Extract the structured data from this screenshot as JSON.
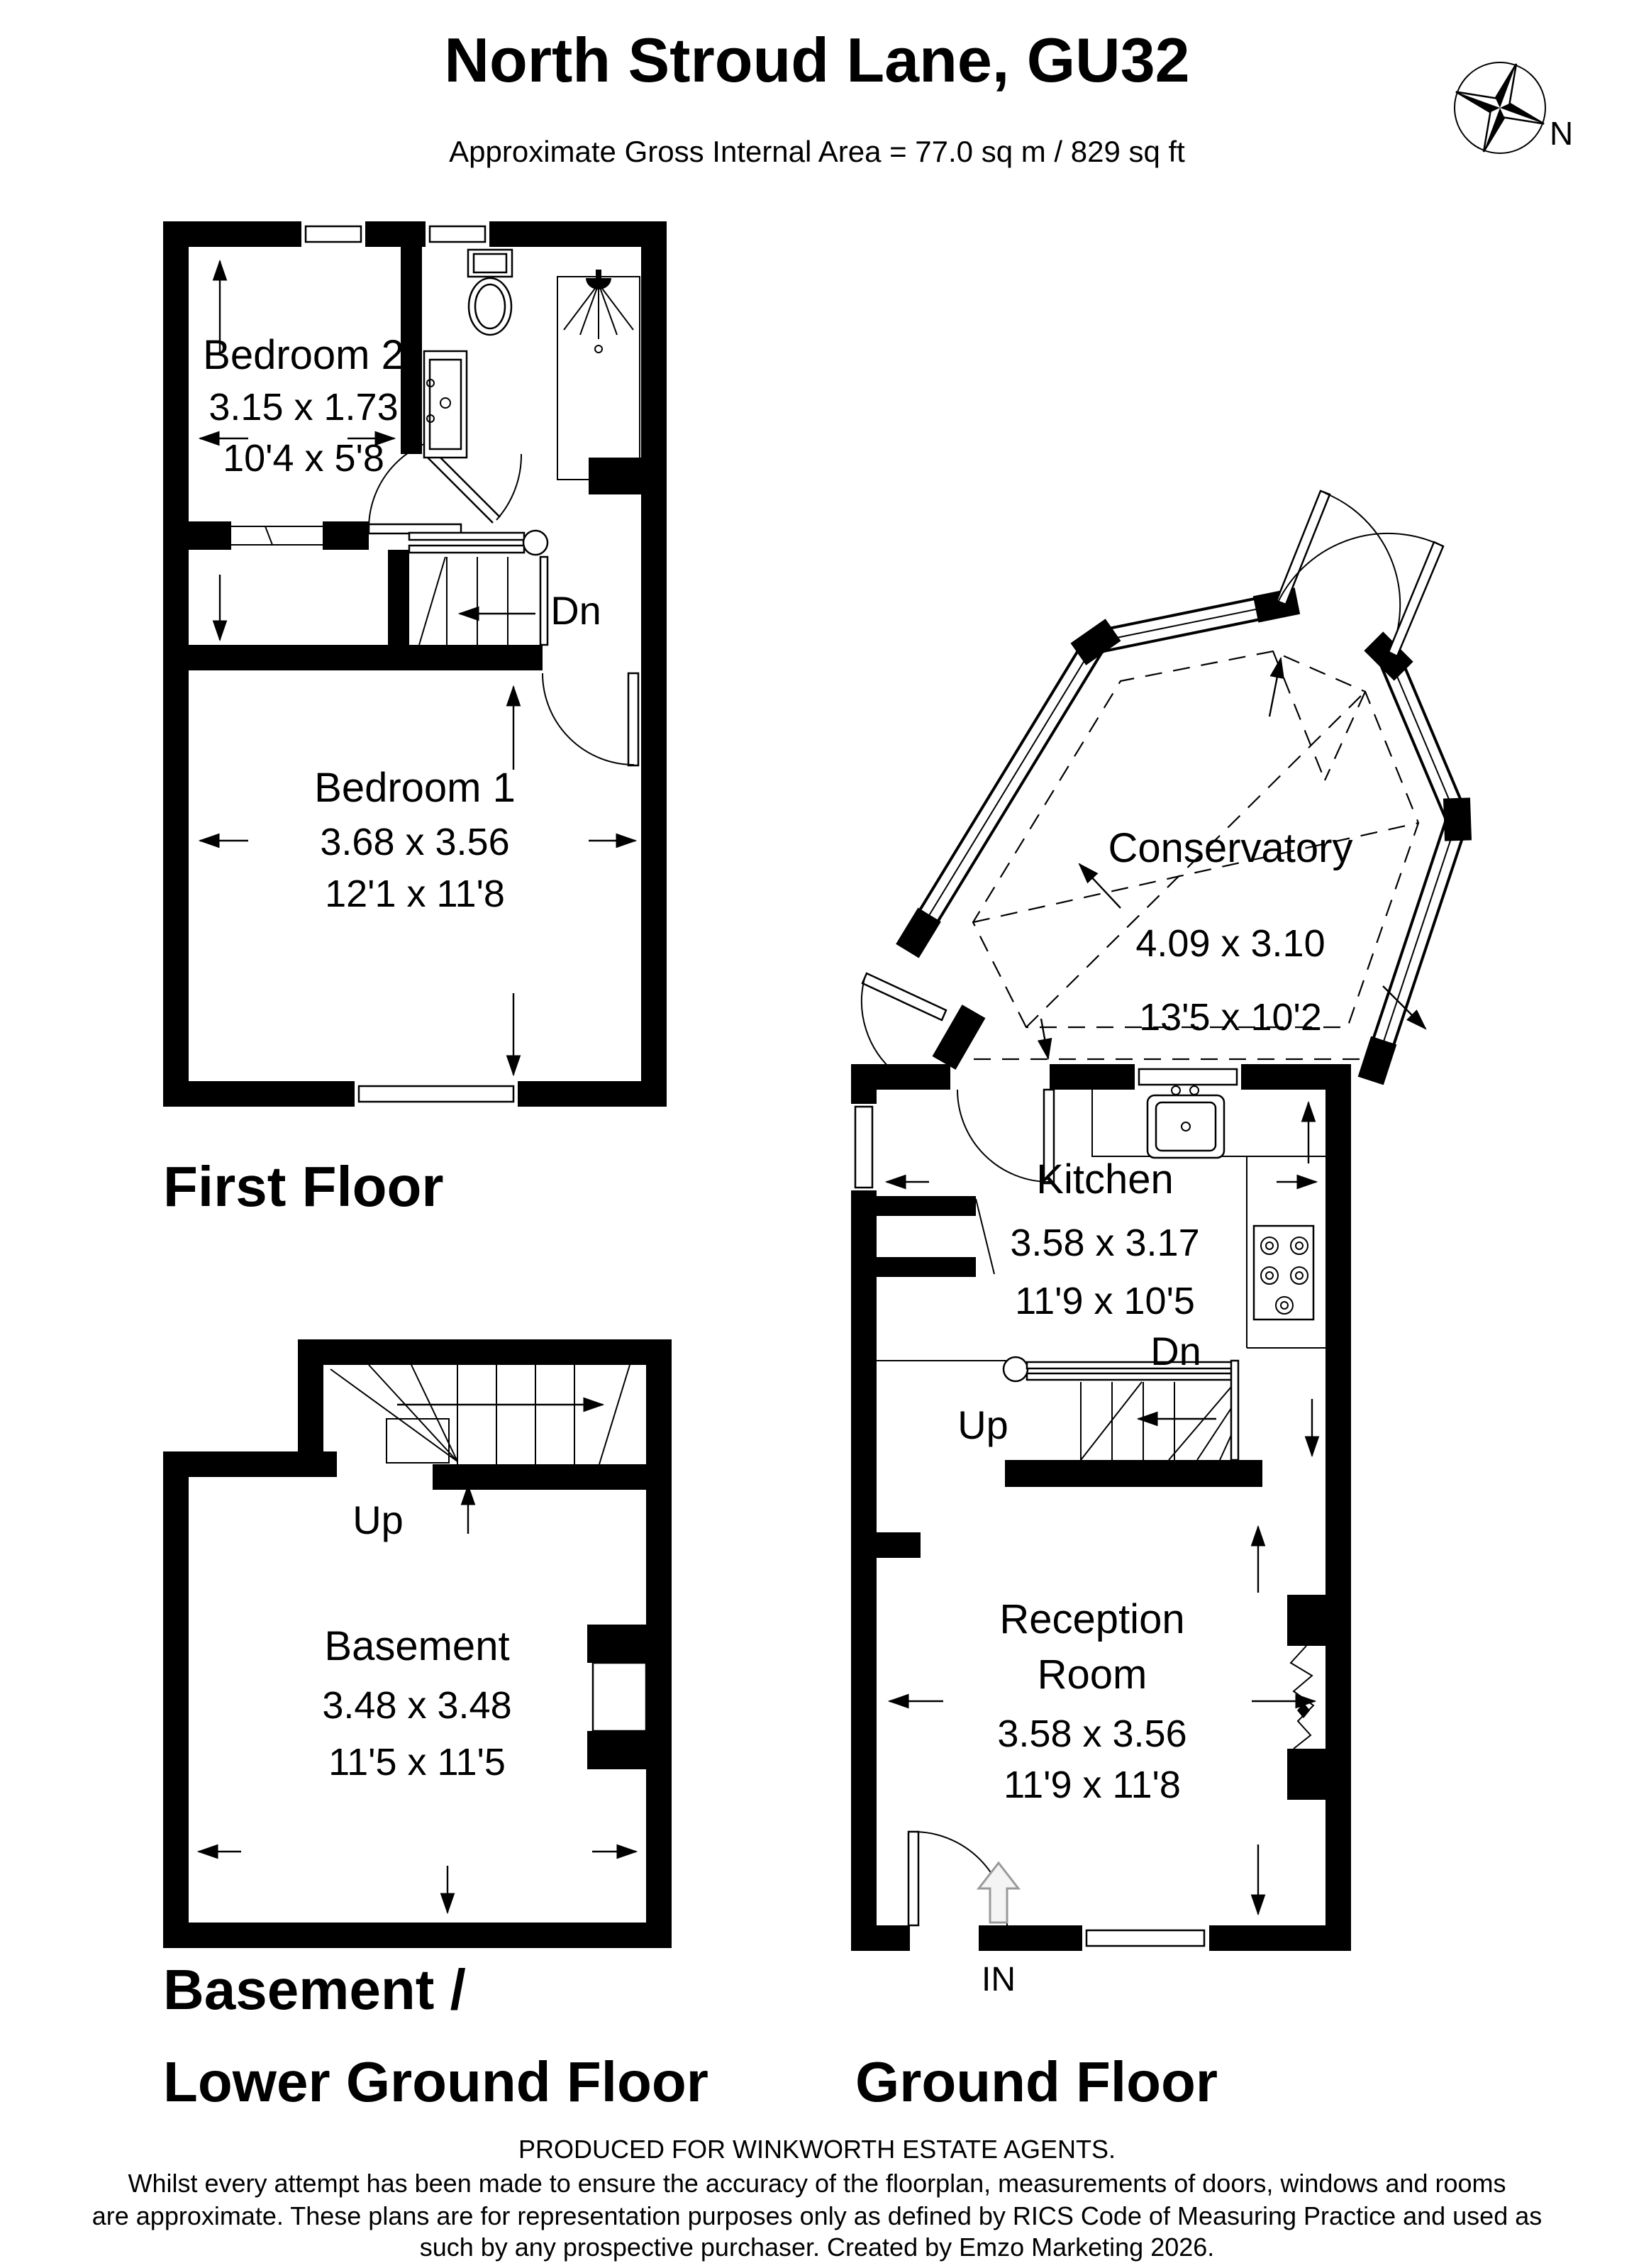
{
  "header": {
    "title": "North Stroud Lane, GU32",
    "subtitle": "Approximate Gross Internal Area = 77.0 sq m / 829 sq ft"
  },
  "compass": {
    "label": "N"
  },
  "floors": {
    "first": {
      "heading": "First Floor",
      "stair_label": "Dn",
      "rooms": {
        "bedroom2": {
          "name": "Bedroom 2",
          "metric": "3.15 x 1.73",
          "imperial": "10'4 x 5'8"
        },
        "bedroom1": {
          "name": "Bedroom 1",
          "metric": "3.68 x 3.56",
          "imperial": "12'1 x 11'8"
        }
      }
    },
    "ground": {
      "heading": "Ground Floor",
      "labels": {
        "up": "Up",
        "down": "Dn",
        "entrance": "IN"
      },
      "rooms": {
        "conservatory": {
          "name": "Conservatory",
          "metric": "4.09 x 3.10",
          "imperial": "13'5 x 10'2"
        },
        "kitchen": {
          "name": "Kitchen",
          "metric": "3.58 x 3.17",
          "imperial": "11'9 x 10'5"
        },
        "reception": {
          "name_line1": "Reception",
          "name_line2": "Room",
          "metric": "3.58 x 3.56",
          "imperial": "11'9 x 11'8"
        }
      }
    },
    "basement": {
      "heading_line1": "Basement /",
      "heading_line2": "Lower Ground Floor",
      "labels": {
        "up": "Up"
      },
      "rooms": {
        "basement": {
          "name": "Basement",
          "metric": "3.48 x 3.48",
          "imperial": "11'5 x 11'5"
        }
      }
    }
  },
  "footer": {
    "line1": "PRODUCED FOR WINKWORTH ESTATE AGENTS.",
    "line2": "Whilst every attempt has been made to ensure the accuracy of the floorplan, measurements of doors, windows and rooms",
    "line3": "are approximate. These plans are for representation purposes only as defined by RICS Code of Measuring Practice and used as",
    "line4": "such by any prospective purchaser. Created by Emzo Marketing 2026."
  }
}
